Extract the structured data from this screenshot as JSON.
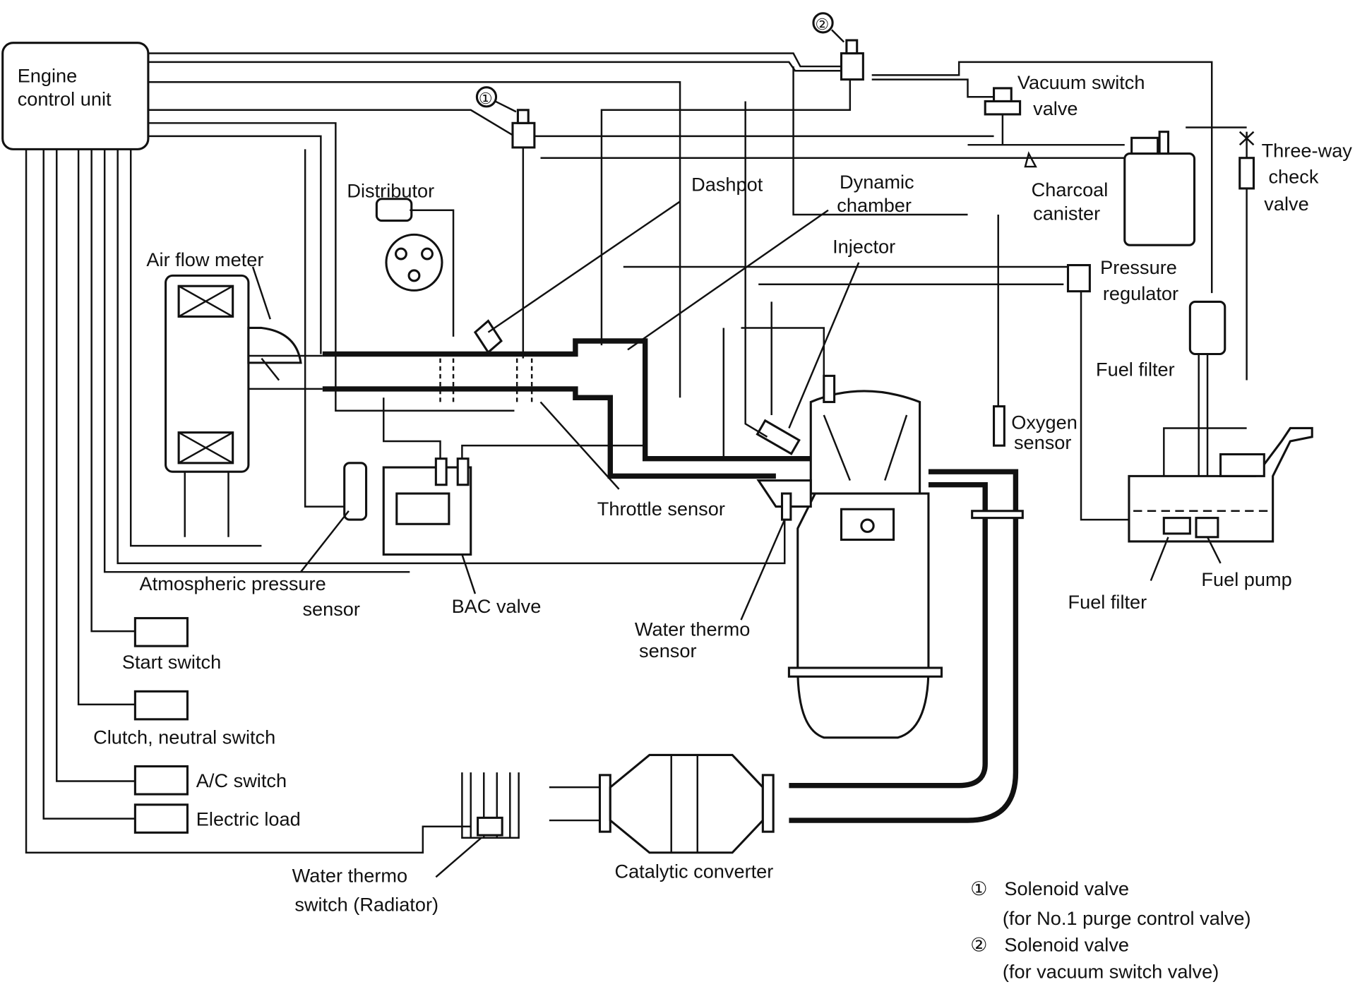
{
  "ecu": {
    "line1": "Engine",
    "line2": "control unit"
  },
  "markers": {
    "one": "①",
    "two": "②"
  },
  "labels": {
    "vacuum_switch_1": "Vacuum switch",
    "vacuum_switch_2": "valve",
    "three_way_1": "Three-way",
    "three_way_2": "check",
    "three_way_3": "valve",
    "distributor": "Distributor",
    "dashpot": "Dashpot",
    "dynamic_1": "Dynamic",
    "dynamic_2": "chamber",
    "charcoal_1": "Charcoal",
    "charcoal_2": "canister",
    "injector": "Injector",
    "air_flow_meter": "Air flow meter",
    "pressure_1": "Pressure",
    "pressure_2": "regulator",
    "fuel_filter_upper": "Fuel filter",
    "oxygen_1": "Oxygen",
    "oxygen_2": "sensor",
    "throttle_sensor": "Throttle sensor",
    "atmo_1": "Atmospheric pressure",
    "atmo_2": "sensor",
    "bac_valve": "BAC valve",
    "water_thermo_sensor_1": "Water thermo",
    "water_thermo_sensor_2": "sensor",
    "fuel_pump": "Fuel pump",
    "fuel_filter_lower": "Fuel filter",
    "start_switch": "Start switch",
    "clutch_switch": "Clutch, neutral switch",
    "ac_switch": "A/C switch",
    "electric_load": "Electric load",
    "water_thermo_switch_1": "Water thermo",
    "water_thermo_switch_2": "switch (Radiator)",
    "catalytic_converter": "Catalytic converter"
  },
  "legend": [
    {
      "marker": "①",
      "title": "Solenoid valve",
      "note": "(for No.1 purge control valve)"
    },
    {
      "marker": "②",
      "title": "Solenoid valve",
      "note": "(for vacuum switch valve)"
    }
  ]
}
